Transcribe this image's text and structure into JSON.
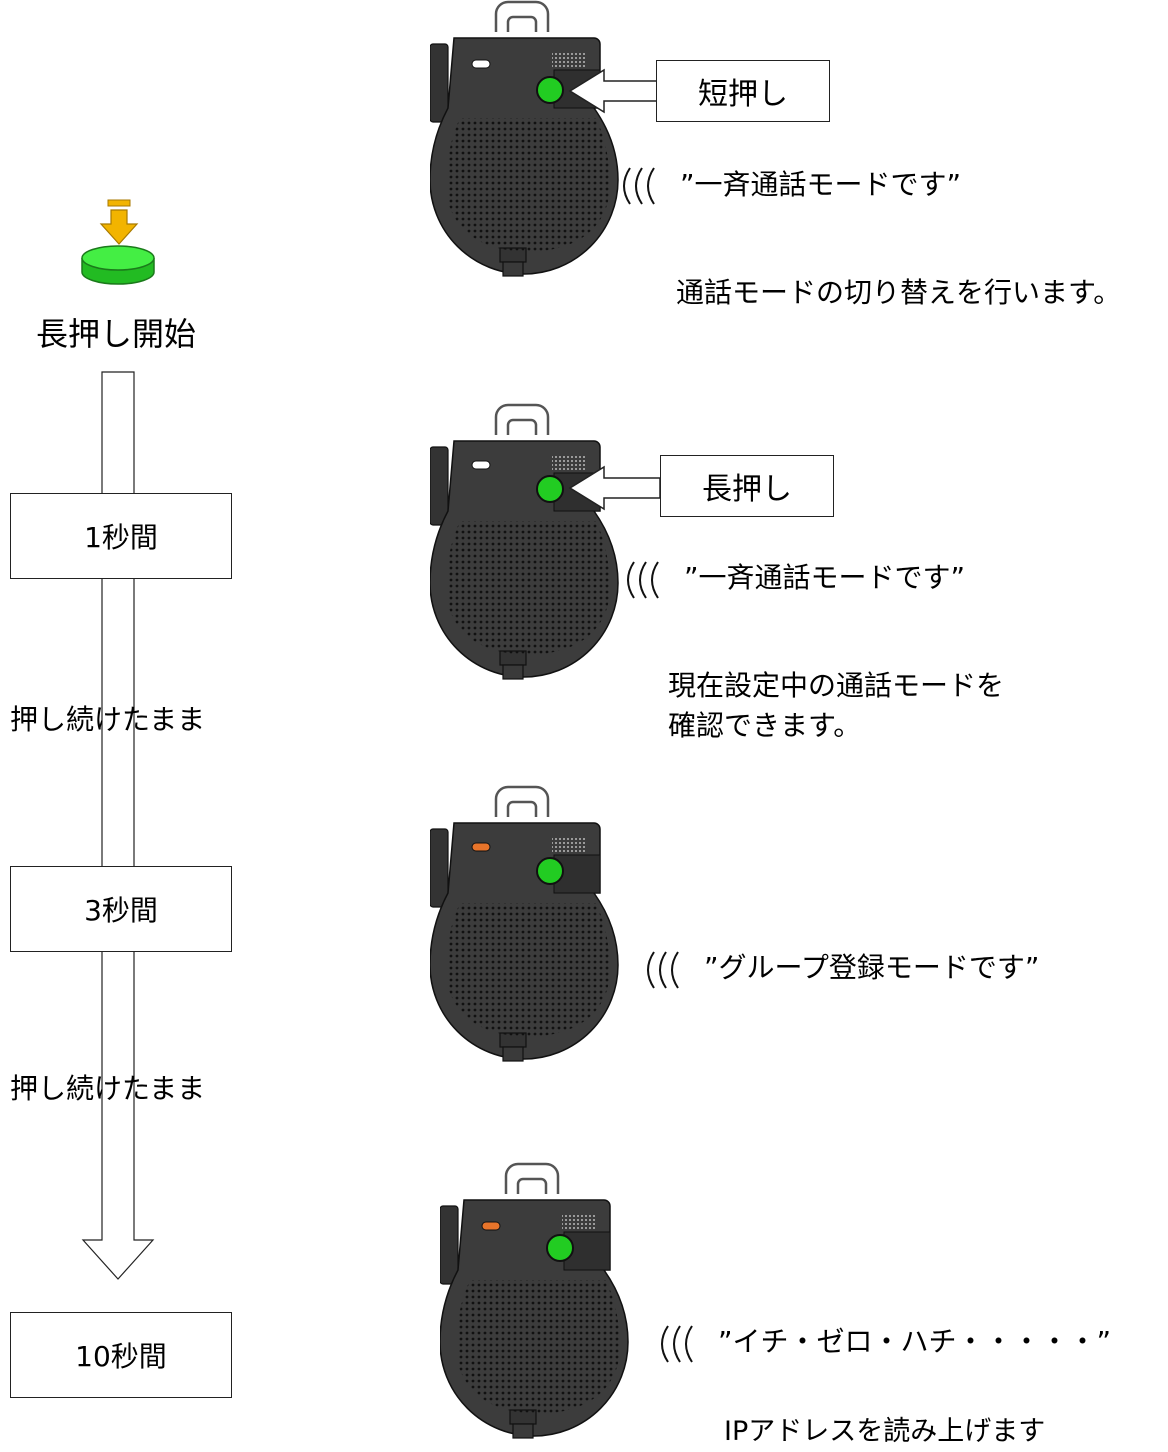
{
  "timeline": {
    "start_label": "長押し開始",
    "steps": [
      {
        "label": "1秒間"
      },
      {
        "label": "3秒間"
      },
      {
        "label": "10秒間"
      }
    ],
    "hold_labels": [
      "押し続けたまま",
      "押し続けたまま"
    ]
  },
  "rows": [
    {
      "press_label": "短押し",
      "led": "white",
      "speech": "”一斉通話モードです”",
      "description": [
        "通話モードの切り替えを行います。"
      ]
    },
    {
      "press_label": "長押し",
      "led": "white",
      "speech": "”一斉通話モードです”",
      "description": [
        "現在設定中の通話モードを",
        "確認できます。"
      ]
    },
    {
      "led": "orange",
      "speech": "”グループ登録モードです”"
    },
    {
      "led": "orange",
      "speech": "”イチ・ゼロ・ハチ・・・・・”",
      "description": [
        "IPアドレスを読み上げます"
      ]
    }
  ],
  "colors": {
    "device_body": "#3c3c3c",
    "button_green": "#22cc22",
    "start_icon_green": "#33dd33",
    "start_icon_arrow": "#f2b400",
    "led_white": "#ffffff",
    "led_orange": "#e8742a"
  },
  "icons": {
    "start": "press-button-icon",
    "device": "speaker-mic-device",
    "sound": "sound-wave-icon",
    "pointer": "hollow-arrow-icon"
  }
}
